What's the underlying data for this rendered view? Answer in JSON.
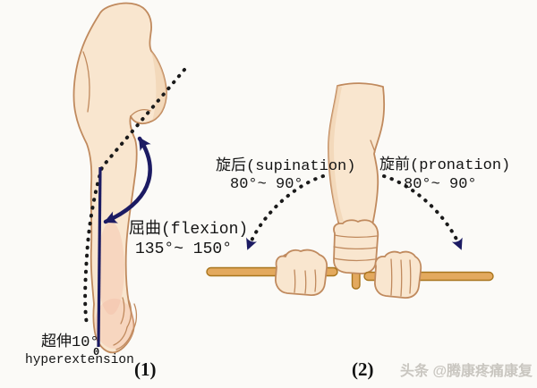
{
  "panel1": {
    "flexion_label": "屈曲(flexion)",
    "flexion_range": "135°~ 150°",
    "hyperextension_label_cn": "超伸10°",
    "zero_label": "0",
    "hyperextension_label_en": "hyperextension",
    "panel_number": "(1)"
  },
  "panel2": {
    "supination_label": "旋后(supination)",
    "supination_range": "80°~ 90°",
    "pronation_label": "旋前(pronation)",
    "pronation_range": "80°~ 90°",
    "panel_number": "(2)"
  },
  "watermark": "头条 @腾康疼痛康复",
  "colors": {
    "skin": "#f9e6cf",
    "skin-shade": "#eeceac",
    "blush": "#f2b49e",
    "outline": "#c08a5e",
    "navy": "#1c1b63",
    "rod": "#e3a95e",
    "rod-outline": "#a8751d",
    "dots": "#1a1a1a",
    "background": "#fbfaf7",
    "text": "#141414",
    "watermark-color": "#c9c6c0"
  }
}
